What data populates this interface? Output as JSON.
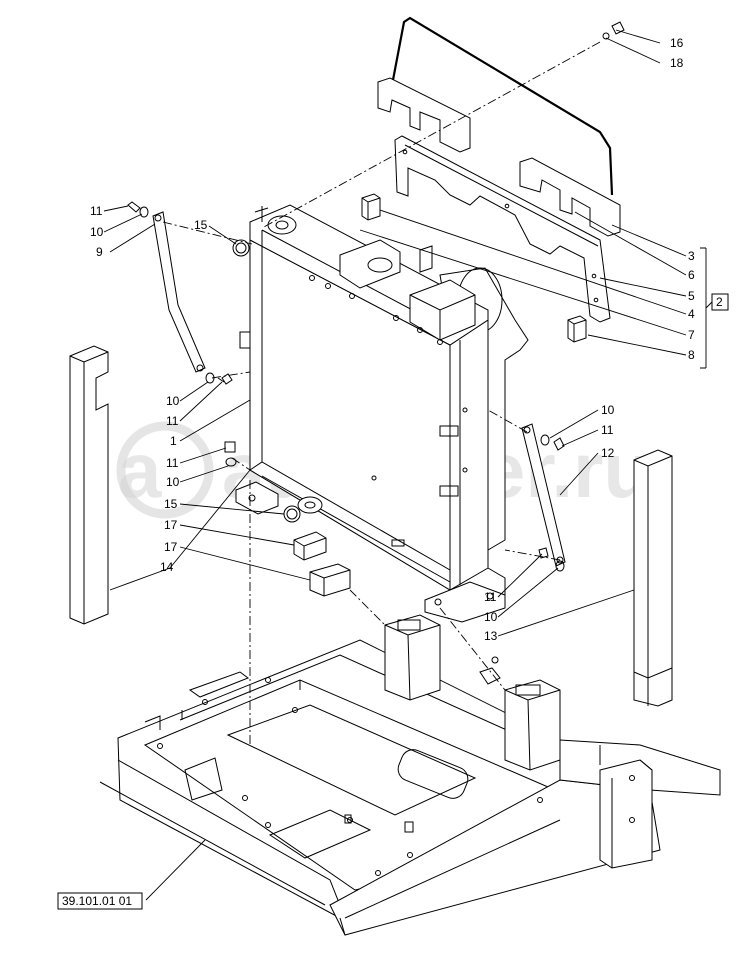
{
  "watermark": "autopiter.ru",
  "reference_code": "39.101.01 01",
  "group_box_label": "2",
  "callouts": [
    {
      "id": "c16",
      "text": "16"
    },
    {
      "id": "c18",
      "text": "18"
    },
    {
      "id": "c11a",
      "text": "11"
    },
    {
      "id": "c10a",
      "text": "10"
    },
    {
      "id": "c9",
      "text": "9"
    },
    {
      "id": "c15a",
      "text": "15"
    },
    {
      "id": "c3",
      "text": "3"
    },
    {
      "id": "c6",
      "text": "6"
    },
    {
      "id": "c5",
      "text": "5"
    },
    {
      "id": "c4",
      "text": "4"
    },
    {
      "id": "c7",
      "text": "7"
    },
    {
      "id": "c8",
      "text": "8"
    },
    {
      "id": "c10b",
      "text": "10"
    },
    {
      "id": "c11b",
      "text": "11"
    },
    {
      "id": "c1",
      "text": "1"
    },
    {
      "id": "c11c",
      "text": "11"
    },
    {
      "id": "c10c",
      "text": "10"
    },
    {
      "id": "c10d",
      "text": "10"
    },
    {
      "id": "c11d",
      "text": "11"
    },
    {
      "id": "c12",
      "text": "12"
    },
    {
      "id": "c15b",
      "text": "15"
    },
    {
      "id": "c17a",
      "text": "17"
    },
    {
      "id": "c17b",
      "text": "17"
    },
    {
      "id": "c14",
      "text": "14"
    },
    {
      "id": "c11e",
      "text": "11"
    },
    {
      "id": "c10e",
      "text": "10"
    },
    {
      "id": "c13",
      "text": "13"
    }
  ]
}
